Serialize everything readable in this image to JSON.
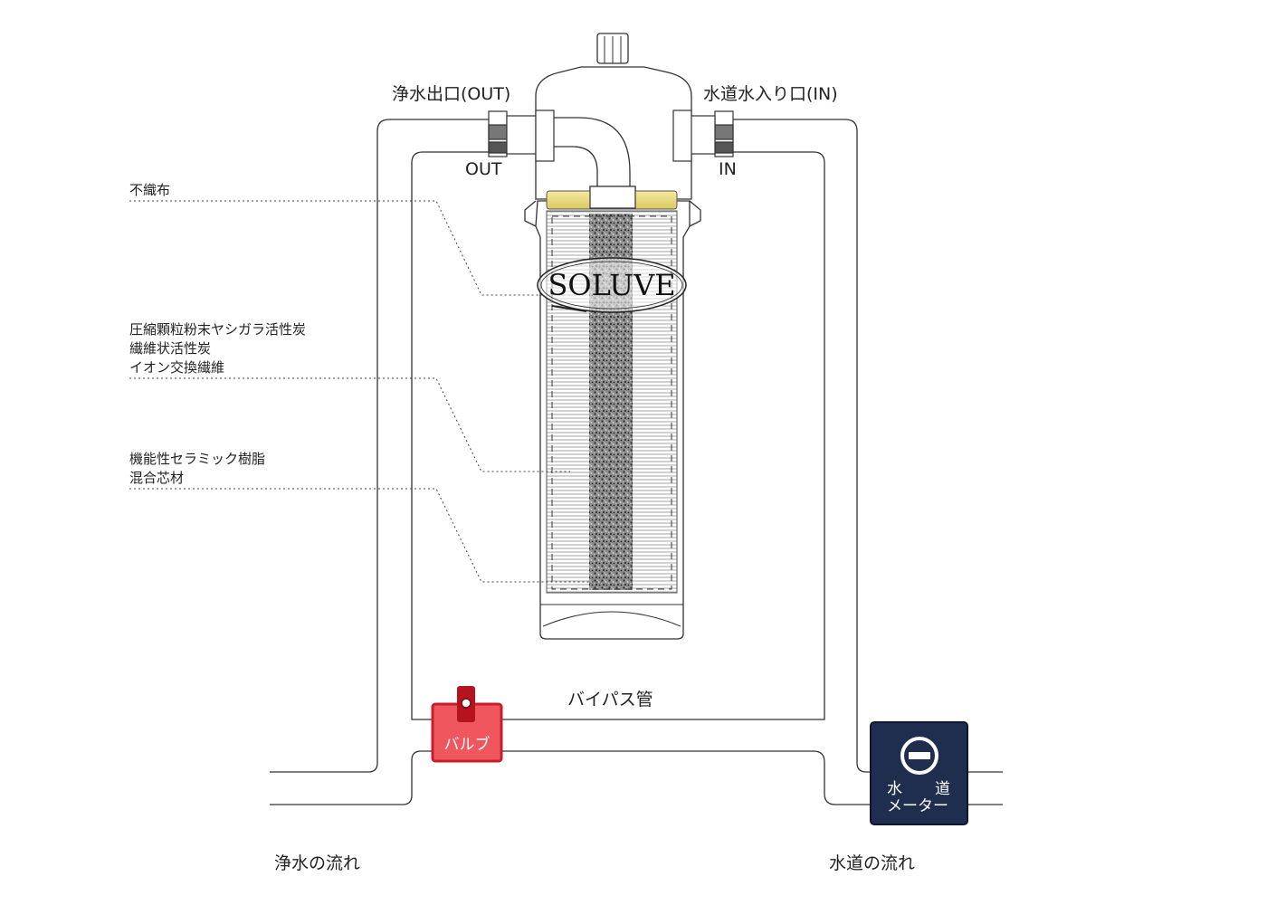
{
  "labels": {
    "outlet": "浄水出口(OUT)",
    "inlet": "水道水入り口(IN)",
    "out_short": "OUT",
    "in_short": "IN",
    "layer1": "不織布",
    "layer2_line1": "圧縮顆粒粉末ヤシガラ活性炭",
    "layer2_line2": "繊維状活性炭",
    "layer2_line3": "イオン交換繊維",
    "layer3_line1": "機能性セラミック樹脂",
    "layer3_line2": "混合芯材",
    "bypass": "バイパス管",
    "valve": "バルブ",
    "meter_char1": "水",
    "meter_char2": "道",
    "meter_line2": "メーター",
    "purified_flow": "浄水の流れ",
    "tap_flow": "水道の流れ",
    "brand": "SOLUVE"
  },
  "colors": {
    "valve_fill": "#f0565e",
    "valve_border": "#c81e2a",
    "valve_handle": "#b5141f",
    "meter_fill": "#1f2d4e",
    "filter_cap": "#e8dc84",
    "pipe": "#333333"
  },
  "icons": {
    "meter": "minus-circle-icon",
    "valve_handle": "valve-handle-icon"
  }
}
